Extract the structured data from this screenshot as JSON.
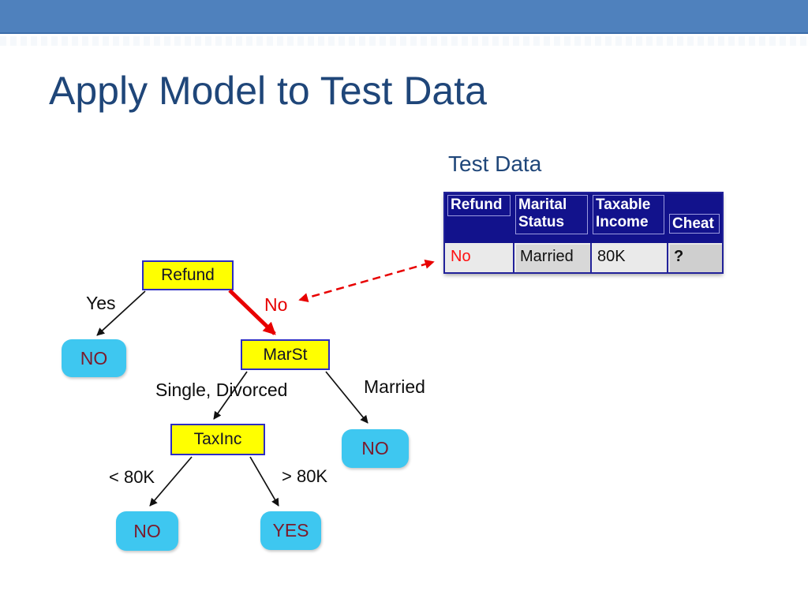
{
  "title": "Apply Model to Test Data",
  "test_data_label": "Test Data",
  "table": {
    "headers": [
      "Refund",
      "Marital Status",
      "Taxable Income",
      "Cheat"
    ],
    "row": {
      "refund": "No",
      "marital_status": "Married",
      "taxable_income": "80K",
      "cheat": "?"
    }
  },
  "tree": {
    "nodes": {
      "root": "Refund",
      "marst": "MarSt",
      "taxinc": "TaxInc"
    },
    "edges": {
      "yes": "Yes",
      "no": "No",
      "single_divorced": "Single, Divorced",
      "married": "Married",
      "lt_80k": "< 80K",
      "gt_80k": "> 80K"
    },
    "leaves": {
      "refund_yes": "NO",
      "married": "NO",
      "income_lt": "NO",
      "income_gt": "YES"
    }
  },
  "colors": {
    "header_bar": "#4F81BD",
    "title_text": "#1F4679",
    "table_header_bg": "#12128C",
    "table_header_text": "#FFFFFF",
    "table_value_red": "#FF1010",
    "highlight_red": "#E80000",
    "node_fill": "#FFFF00",
    "node_border": "#2D2DC4",
    "leaf_fill": "#3EC7F0",
    "leaf_text": "#7B1B2B"
  }
}
